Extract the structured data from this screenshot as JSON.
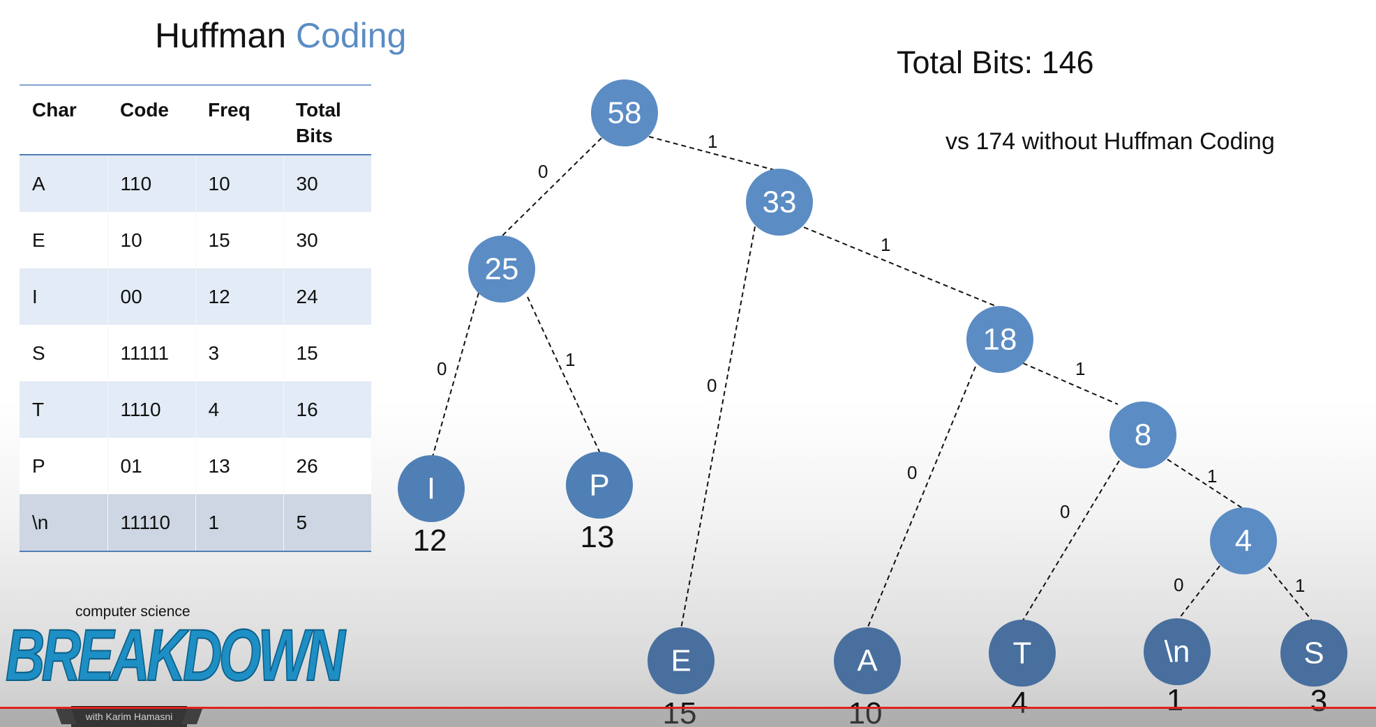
{
  "title": {
    "word1": "Huffman",
    "word2": "Coding"
  },
  "total_bits": "Total Bits: 146",
  "comparison": "vs 174 without Huffman Coding",
  "table": {
    "headers": [
      "Char",
      "Code",
      "Freq",
      "Total\nBits"
    ],
    "rows": [
      [
        "A",
        "110",
        "10",
        "30"
      ],
      [
        "E",
        "10",
        "15",
        "30"
      ],
      [
        "I",
        "00",
        "12",
        "24"
      ],
      [
        "S",
        "11111",
        "3",
        "15"
      ],
      [
        "T",
        "1110",
        "4",
        "16"
      ],
      [
        "P",
        "01",
        "13",
        "26"
      ],
      [
        "\\n",
        "11110",
        "1",
        "5"
      ]
    ]
  },
  "tree": {
    "nodes": {
      "root": "58",
      "n33": "33",
      "n25": "25",
      "n18": "18",
      "n8": "8",
      "n4": "4",
      "leaf_I": "I",
      "leaf_P": "P",
      "leaf_E": "E",
      "leaf_A": "A",
      "leaf_T": "T",
      "leaf_NL": "\\n",
      "leaf_S": "S"
    },
    "leaf_freqs": {
      "I": "12",
      "P": "13",
      "E": "15",
      "A": "10",
      "T": "4",
      "NL": "1",
      "S": "3"
    },
    "edge_labels": {
      "root_n25": "0",
      "root_n33": "1",
      "n25_I": "0",
      "n25_P": "1",
      "n33_E": "0",
      "n33_n18": "1",
      "n18_A": "0",
      "n18_n8": "1",
      "n8_T": "0",
      "n8_n4": "1",
      "n4_NL": "0",
      "n4_S": "1"
    }
  },
  "logo": {
    "small_text": "computer science",
    "big_text": "BREAKDOWN",
    "ribbon_text": "with Karim Hamasni"
  },
  "colors": {
    "node": "#5b8cc4",
    "title_accent": "#5b8cc4",
    "table_stripe": "#e3ebf6",
    "progress_line": "#e02020"
  }
}
